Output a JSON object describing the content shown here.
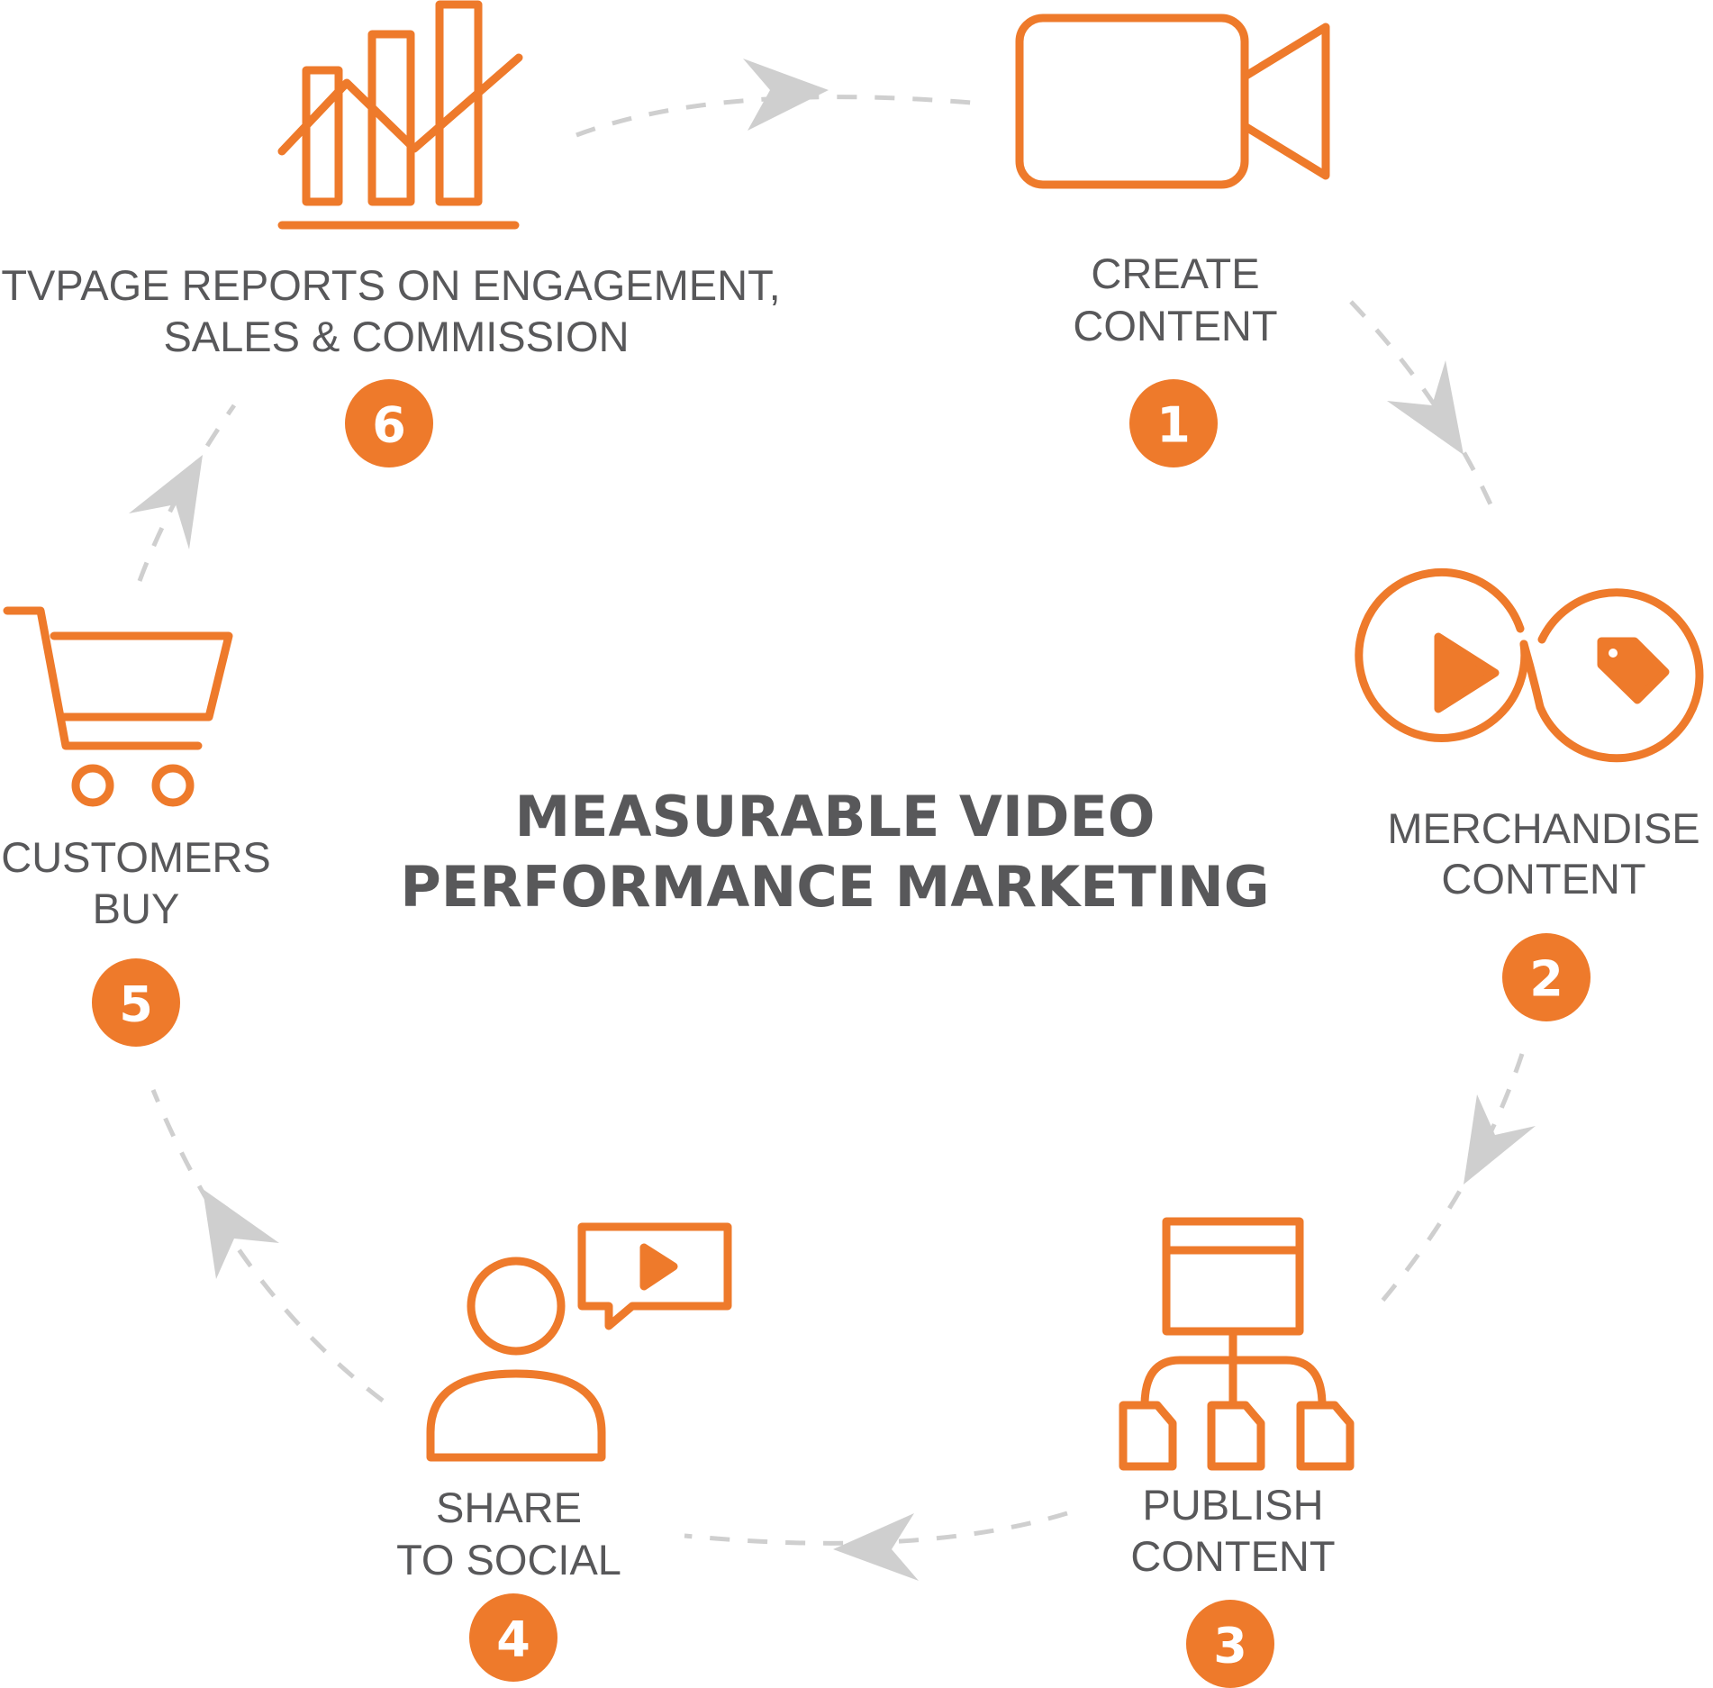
{
  "title": {
    "line1": "MEASURABLE VIDEO",
    "line2": "PERFORMANCE MARKETING"
  },
  "colors": {
    "accent": "#ee7a2b",
    "text": "#58585a",
    "connector": "#cfcfcf"
  },
  "steps": [
    {
      "number": "1",
      "line1": "CREATE",
      "line2": "CONTENT",
      "icon": "video-camera-icon"
    },
    {
      "number": "2",
      "line1": "MERCHANDISE",
      "line2": "CONTENT",
      "icon": "play-tag-icon"
    },
    {
      "number": "3",
      "line1": "PUBLISH",
      "line2": "CONTENT",
      "icon": "sitemap-icon"
    },
    {
      "number": "4",
      "line1": "SHARE",
      "line2": "TO SOCIAL",
      "icon": "user-chat-icon"
    },
    {
      "number": "5",
      "line1": "CUSTOMERS",
      "line2": "BUY",
      "icon": "shopping-cart-icon"
    },
    {
      "number": "6",
      "line1": "TVPAGE REPORTS ON ENGAGEMENT,",
      "line2": "SALES & COMMISSION",
      "icon": "bar-chart-icon"
    }
  ]
}
